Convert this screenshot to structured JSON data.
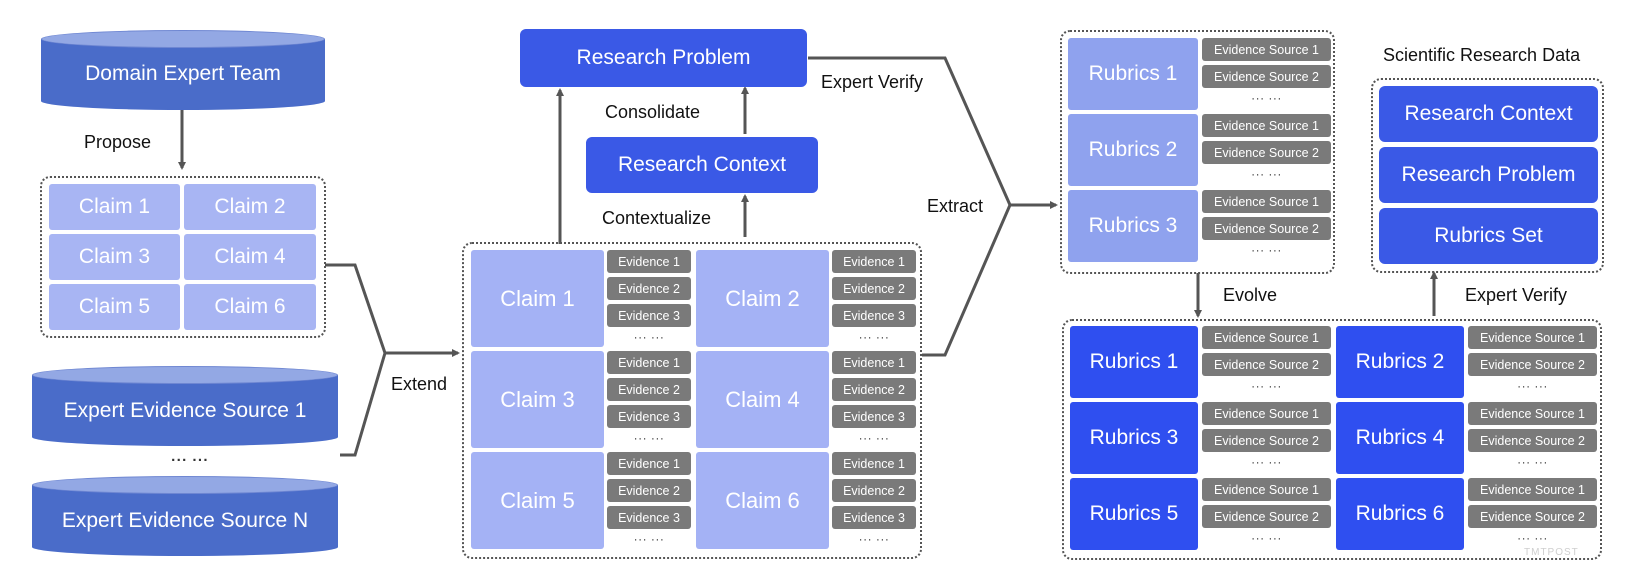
{
  "domain_team": "Domain Expert Team",
  "propose": "Propose",
  "left_claims": [
    "Claim 1",
    "Claim 2",
    "Claim 3",
    "Claim 4",
    "Claim 5",
    "Claim 6"
  ],
  "source_1": "Expert Evidence Source 1",
  "source_dots": "··· ···",
  "source_n": "Expert Evidence Source N",
  "extend": "Extend",
  "research_problem": "Research Problem",
  "consolidate": "Consolidate",
  "research_context": "Research Context",
  "contextualize": "Contextualize",
  "center_claims": [
    "Claim 1",
    "Claim 2",
    "Claim 3",
    "Claim 4",
    "Claim 5",
    "Claim 6"
  ],
  "evidence_items": [
    "Evidence 1",
    "Evidence 2",
    "Evidence 3"
  ],
  "more": "··· ···",
  "expert_verify_1": "Expert Verify",
  "extract": "Extract",
  "rubrics_light": [
    "Rubrics 1",
    "Rubrics 2",
    "Rubrics 3"
  ],
  "evidence_sources": [
    "Evidence Source 1",
    "Evidence Source 2"
  ],
  "evolve": "Evolve",
  "rubrics_dark": [
    "Rubrics 1",
    "Rubrics 2",
    "Rubrics 3",
    "Rubrics 4",
    "Rubrics 5",
    "Rubrics 6"
  ],
  "expert_verify_2": "Expert Verify",
  "scientific_title": "Scientific Research Data",
  "final_items": [
    "Research Context",
    "Research Problem",
    "Rubrics Set"
  ],
  "watermark": "TMTPOST",
  "colors": {
    "light_claim": "#a8b5f3",
    "blue": "#3a59e6",
    "dark_rubric": "#2f4ff0",
    "light_rubric": "#8fa2ee",
    "cylinder": "#4a6cc9",
    "evidence": "#7a7a7a"
  }
}
